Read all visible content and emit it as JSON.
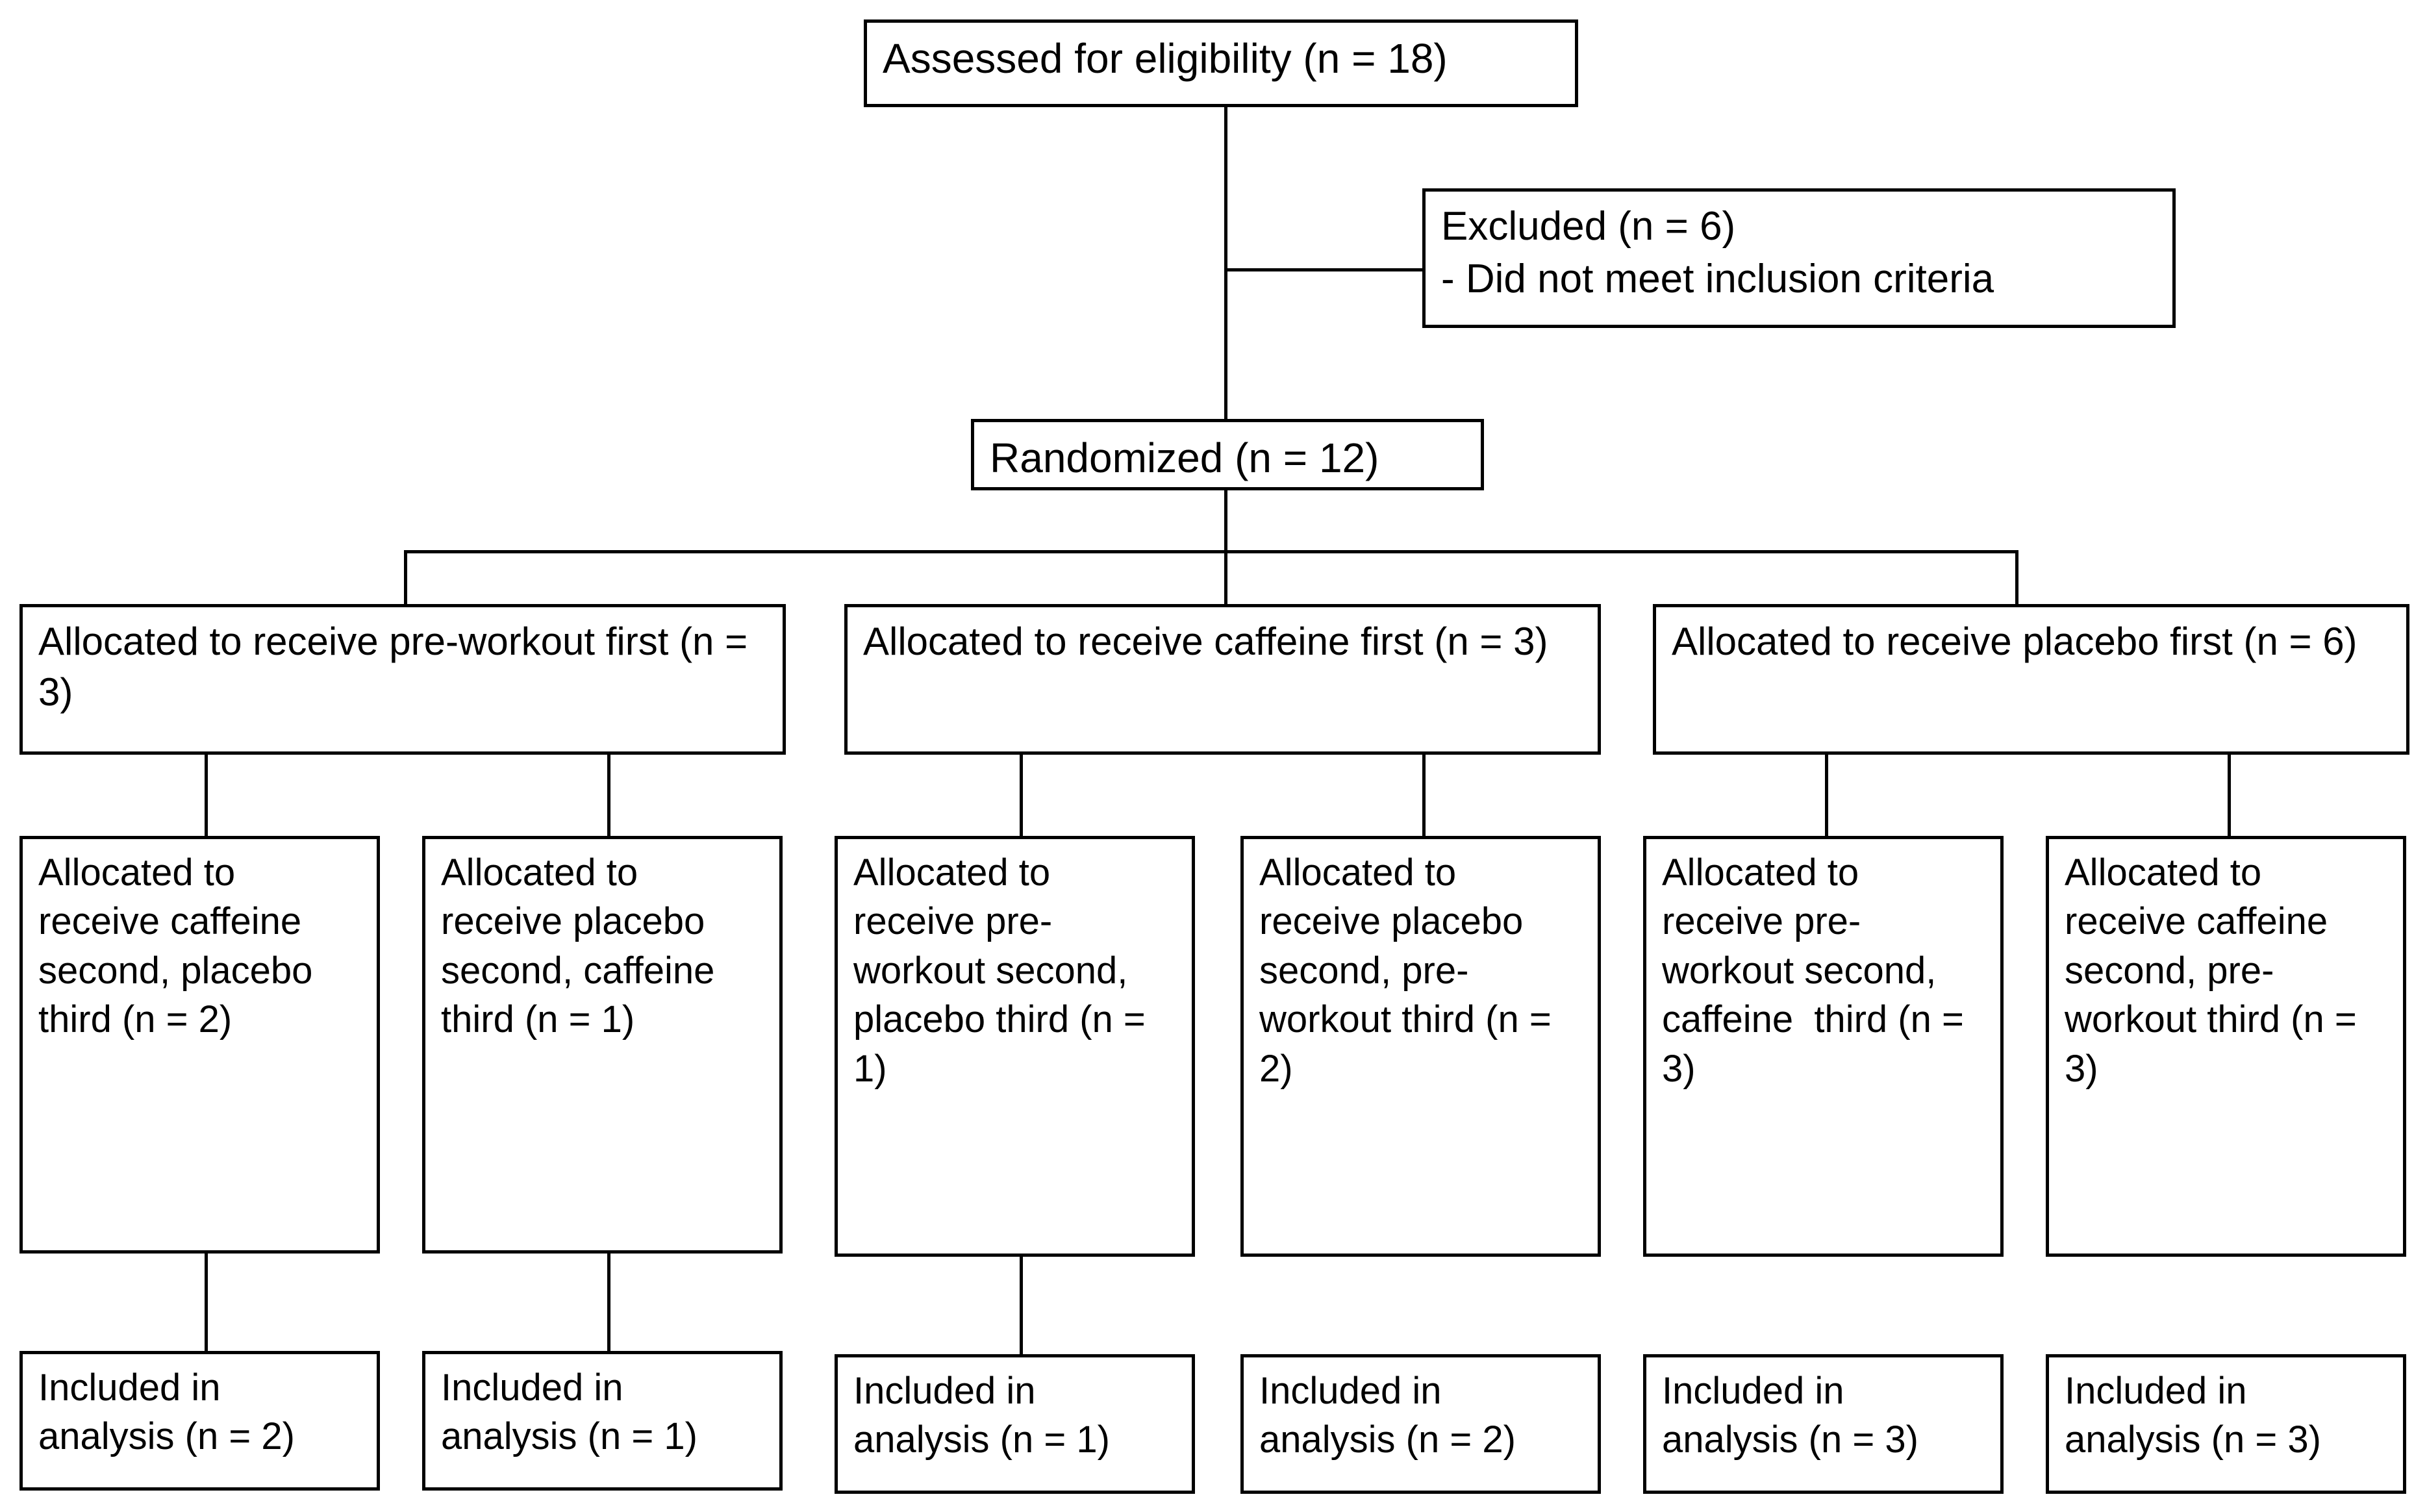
{
  "diagram": {
    "type": "consort-flow-diagram",
    "colors": {
      "line": "#000000",
      "background": "#ffffff",
      "text": "#000000"
    },
    "row1": {
      "assessed": "Assessed for eligibility (n = 18)"
    },
    "row2": {
      "excluded": "Excluded (n = 6)\n- Did not meet inclusion criteria"
    },
    "row3": {
      "randomized": "Randomized (n = 12)"
    },
    "row4": {
      "allocation": [
        "Allocated to receive pre-workout first (n = 3)",
        "Allocated to receive caffeine first (n = 3)",
        "Allocated to receive placebo first (n = 6)"
      ]
    },
    "row5": {
      "sequences": [
        "Allocated to receive caffeine second, placebo third (n = 2)",
        "Allocated to receive placebo second, caffeine third (n = 1)",
        "Allocated to receive pre-workout second, placebo third (n = 1)",
        "Allocated to receive placebo second, pre-workout third (n = 2)",
        "Allocated to receive pre-workout second, caffeine  third (n = 3)",
        "Allocated to receive caffeine second, pre-workout third (n = 3)"
      ]
    },
    "row6": {
      "analysis": [
        "Included in analysis (n = 2)",
        "Included in analysis (n = 1)",
        "Included in analysis (n = 1)",
        "Included in analysis (n = 2)",
        "Included in analysis (n = 3)",
        "Included in analysis (n = 3)"
      ]
    },
    "counts": {
      "assessed": 18,
      "excluded": 6,
      "randomized": 12,
      "allocated": [
        3,
        3,
        6
      ],
      "sequence_n": [
        2,
        1,
        1,
        2,
        3,
        3
      ],
      "analyzed": [
        2,
        1,
        1,
        2,
        3,
        3
      ]
    }
  }
}
